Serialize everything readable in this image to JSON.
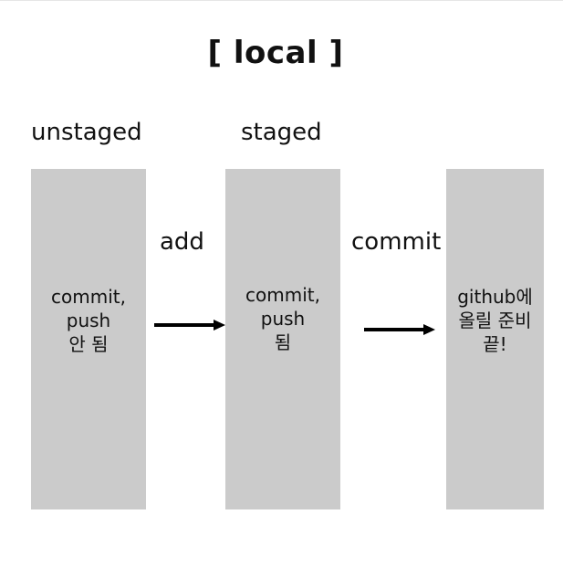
{
  "title": "[ local ]",
  "stages": [
    {
      "label": "unstaged",
      "box_lines": [
        "commit,",
        "push",
        "안 됨"
      ]
    },
    {
      "label": "staged",
      "box_lines": [
        "commit,",
        "push",
        "됨"
      ]
    },
    {
      "label": "",
      "box_lines": [
        "github에",
        "올릴 준비",
        "끝!"
      ]
    }
  ],
  "actions": [
    {
      "label": "add"
    },
    {
      "label": "commit"
    }
  ],
  "colors": {
    "box": "#cbcbcb",
    "arrow": "#000000",
    "text": "#111111"
  }
}
